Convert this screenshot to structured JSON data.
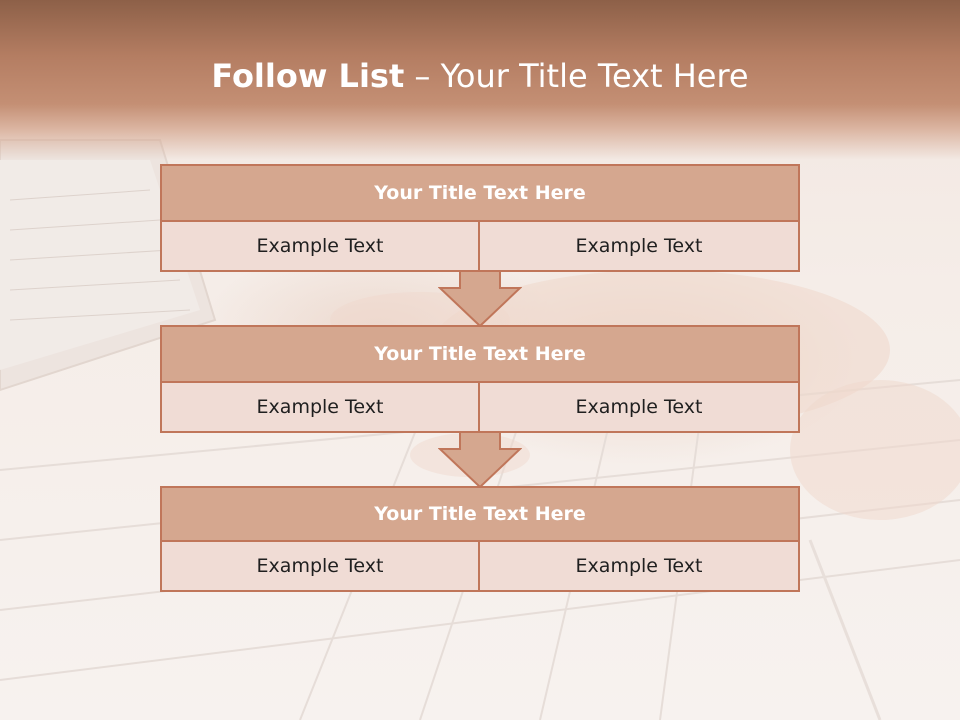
{
  "slide": {
    "title_bold": "Follow List",
    "title_rest": " – Your Title Text Here"
  },
  "steps": [
    {
      "heading": "Your Title Text Here",
      "left": "Example Text",
      "right": "Example Text"
    },
    {
      "heading": "Your Title Text Here",
      "left": "Example Text",
      "right": "Example Text"
    },
    {
      "heading": "Your Title Text Here",
      "left": "Example Text",
      "right": "Example Text"
    }
  ],
  "colors": {
    "header": "#b47d62",
    "box_head": "#d5a78f",
    "box_cell": "#f0dcd5",
    "border": "#c0765a",
    "arrow": "#d5a78f"
  },
  "icons": {
    "connector": "down-arrow-icon"
  }
}
